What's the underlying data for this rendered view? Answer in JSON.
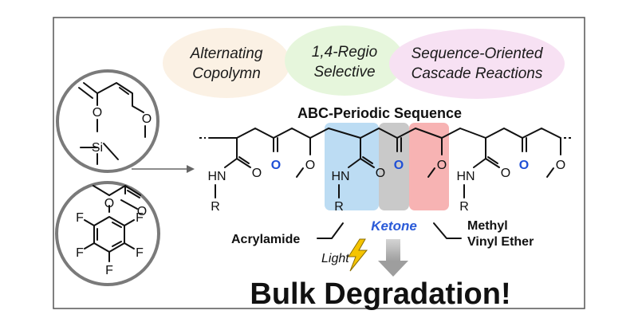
{
  "bubbles": {
    "alternating_line1": "Alternating",
    "alternating_line2": "Copolymn",
    "regio_line1": "1,4-Regio",
    "regio_line2": "Selective",
    "cascade_line1": "Sequence-Oriented",
    "cascade_line2": "Cascade Reactions"
  },
  "sequence_title": "ABC-Periodic Sequence",
  "monomer_top": {
    "o_label": "O",
    "si_label": "Si",
    "ome_label": "O"
  },
  "monomer_bottom": {
    "carbonyl_o": "O",
    "ester_o": "O",
    "fluorines": [
      "F",
      "F",
      "F",
      "F",
      "F"
    ]
  },
  "polymer": {
    "ketone_o": "O",
    "amide_o": "O",
    "ether_o": "O",
    "hn": "HN",
    "r": "R"
  },
  "labels": {
    "acrylamide": "Acrylamide",
    "ketone": "Ketone",
    "methyl": "Methyl",
    "vinyl_ether": "Vinyl Ether",
    "light": "Light",
    "bulk": "Bulk Degradation!"
  },
  "colors": {
    "bubble_orange": "#fbf1e4",
    "bubble_green": "#e6f6dc",
    "bubble_pink": "#f7e1f3",
    "highlight_blue": "#bcdcf3",
    "highlight_gray": "#c9c9c9",
    "highlight_red": "#f7b3b3",
    "ketone_blue": "#2b5bd8",
    "bolt_yellow": "#f5c400"
  }
}
